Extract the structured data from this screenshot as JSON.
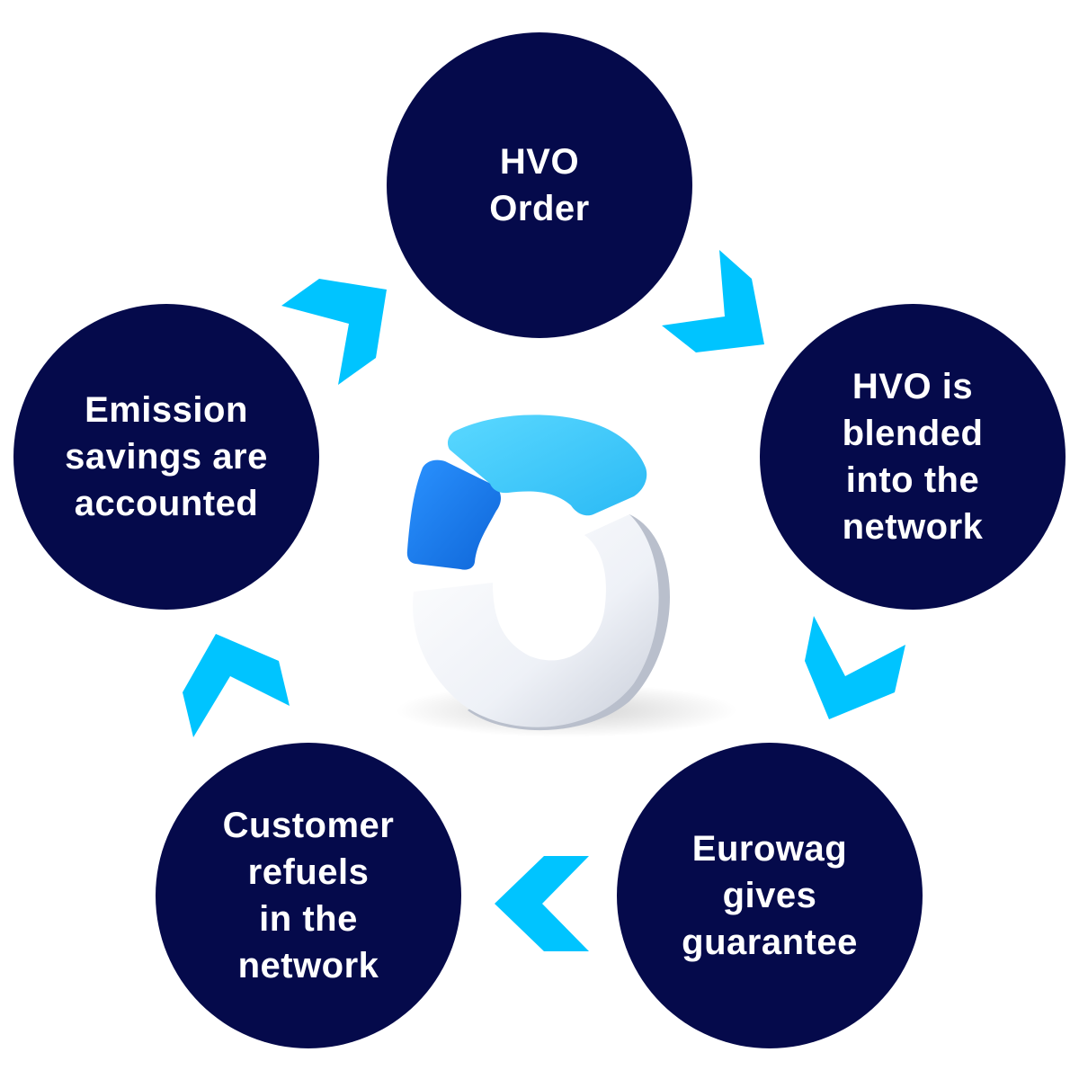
{
  "steps": [
    {
      "label": "HVO\nOrder"
    },
    {
      "label": "HVO is\nblended\ninto the\nnetwork"
    },
    {
      "label": "Eurowag\ngives\nguarantee"
    },
    {
      "label": "Customer\nrefuels\nin the\nnetwork"
    },
    {
      "label": "Emission\nsavings are\naccounted"
    }
  ],
  "icons": {
    "arrow": "chevron-arrow-icon",
    "center": "cycle-ring-icon"
  },
  "colors": {
    "circle_fill": "#050a4b",
    "circle_text": "#ffffff",
    "arrow": "#00c4ff",
    "ring_light_blue": "#4fd0ff",
    "ring_dark_blue": "#1a7ff0",
    "ring_white": "#eef1f7"
  }
}
